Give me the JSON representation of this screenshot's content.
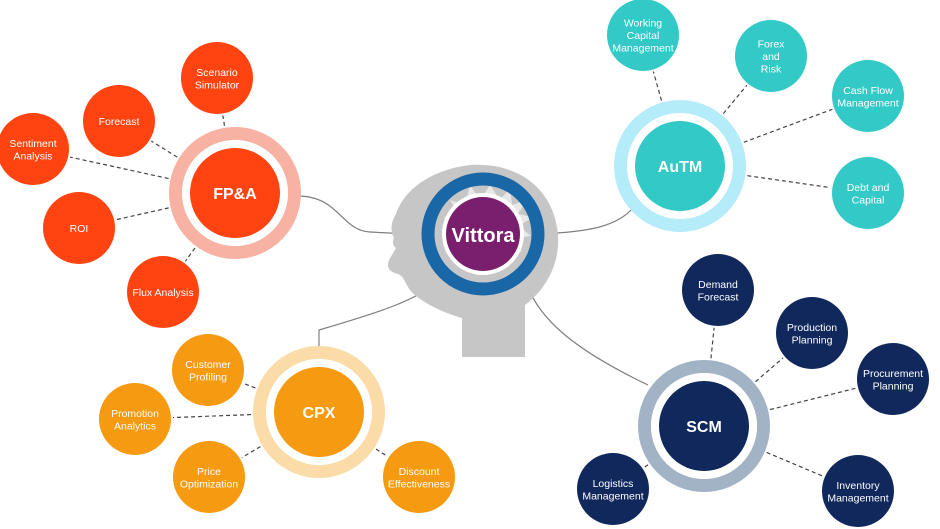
{
  "center": {
    "label": "Vittora",
    "color": "#7a1e6e"
  },
  "clusters": [
    {
      "id": "fpa",
      "hub": "FP&A",
      "color": "#ff4411",
      "ring": "#f7b2a3",
      "leaves": [
        {
          "lines": [
            "Scenario",
            "Simulator"
          ]
        },
        {
          "lines": [
            "Forecast"
          ]
        },
        {
          "lines": [
            "Sentiment",
            "Analysis"
          ]
        },
        {
          "lines": [
            "ROI"
          ]
        },
        {
          "lines": [
            "Flux Analysis"
          ]
        }
      ]
    },
    {
      "id": "autm",
      "hub": "AuTM",
      "color": "#33c9c6",
      "ring": "#b5ecf9",
      "leaves": [
        {
          "lines": [
            "Working",
            "Capital",
            "Management"
          ]
        },
        {
          "lines": [
            "Forex",
            "and",
            "Risk"
          ]
        },
        {
          "lines": [
            "Cash Flow",
            "Management"
          ]
        },
        {
          "lines": [
            "Debt and",
            "Capital"
          ]
        }
      ]
    },
    {
      "id": "cpx",
      "hub": "CPX",
      "color": "#f59a11",
      "ring": "#fbdca8",
      "leaves": [
        {
          "lines": [
            "Customer",
            "Profiling"
          ]
        },
        {
          "lines": [
            "Promotion",
            "Analytics"
          ]
        },
        {
          "lines": [
            "Price",
            "Optimization"
          ]
        },
        {
          "lines": [
            "Discount",
            "Effectiveness"
          ]
        }
      ]
    },
    {
      "id": "scm",
      "hub": "SCM",
      "color": "#10285c",
      "ring": "#a3b3c6",
      "leaves": [
        {
          "lines": [
            "Demand",
            "Forecast"
          ]
        },
        {
          "lines": [
            "Production",
            "Planning"
          ]
        },
        {
          "lines": [
            "Procurement",
            "Planning"
          ]
        },
        {
          "lines": [
            "Inventory",
            "Management"
          ]
        },
        {
          "lines": [
            "Logistics",
            "Management"
          ]
        }
      ]
    }
  ]
}
